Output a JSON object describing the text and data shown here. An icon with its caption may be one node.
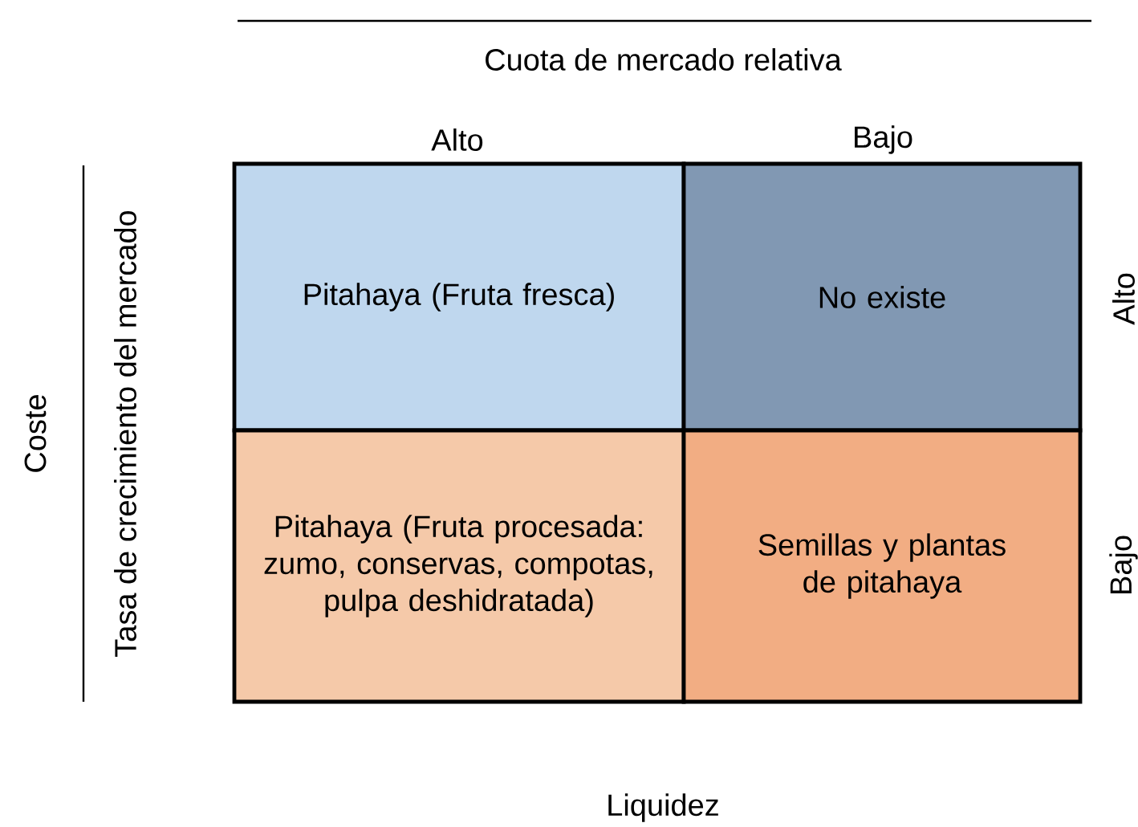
{
  "diagram": {
    "nodes": [
      {
        "text": [
          "Pitahaya (Fruta fresca)"
        ]
      },
      {
        "text": [
          "No existe"
        ]
      },
      {
        "text": [
          "Pitahaya (Fruta procesada: zumo, conservas, compotas, pulpa deshidratada)"
        ]
      },
      {
        "text": [
          "Semillas y plantas de pitahaya"
        ]
      }
    ],
    "labels": [
      "Cuota de mercado relativa",
      "Alto",
      "Bajo",
      "Coste",
      "Tasa de crecimiento del mercado",
      "Alto",
      "Bajo",
      "Liquidez"
    ]
  }
}
